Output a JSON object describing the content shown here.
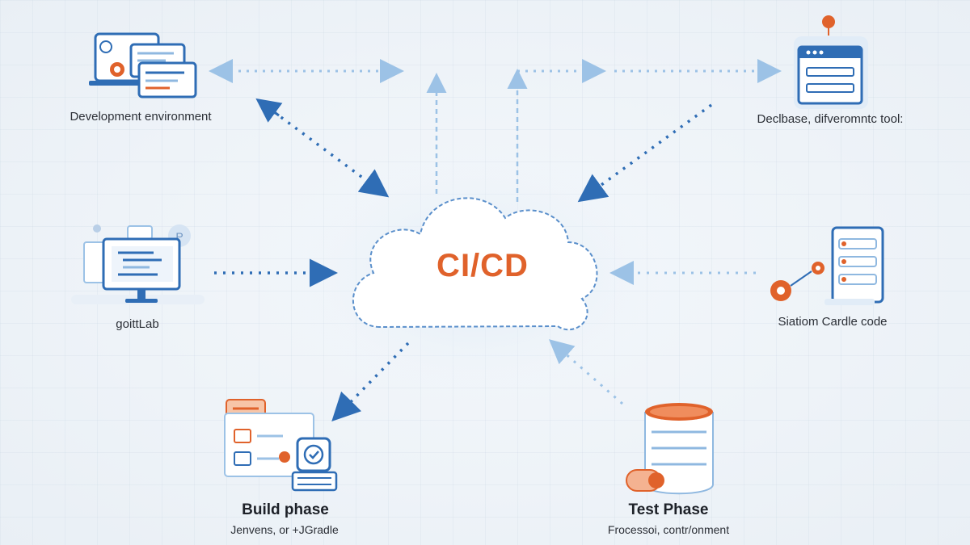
{
  "center": {
    "title": "CI/CD"
  },
  "nodes": {
    "dev_env": {
      "label": "Development environment",
      "icon": "code-editor-icon"
    },
    "gitlab": {
      "label": "goittLab",
      "icon": "monitor-code-icon"
    },
    "build": {
      "title": "Build phase",
      "subtitle": "Jenvens, or +JGradle",
      "icon": "build-tools-icon"
    },
    "test": {
      "title": "Test Phase",
      "subtitle": "Frocessoi, contr/onment",
      "icon": "database-icon"
    },
    "deploy_tool": {
      "label": "Declbase, difveromntc tool:",
      "icon": "deploy-window-icon"
    },
    "code_station": {
      "label": "Siatiom Cardle code",
      "icon": "gear-list-icon"
    }
  },
  "colors": {
    "blue": "#2f6db5",
    "light_blue": "#8fb8e0",
    "orange": "#e0622b",
    "text": "#2b2f36"
  }
}
